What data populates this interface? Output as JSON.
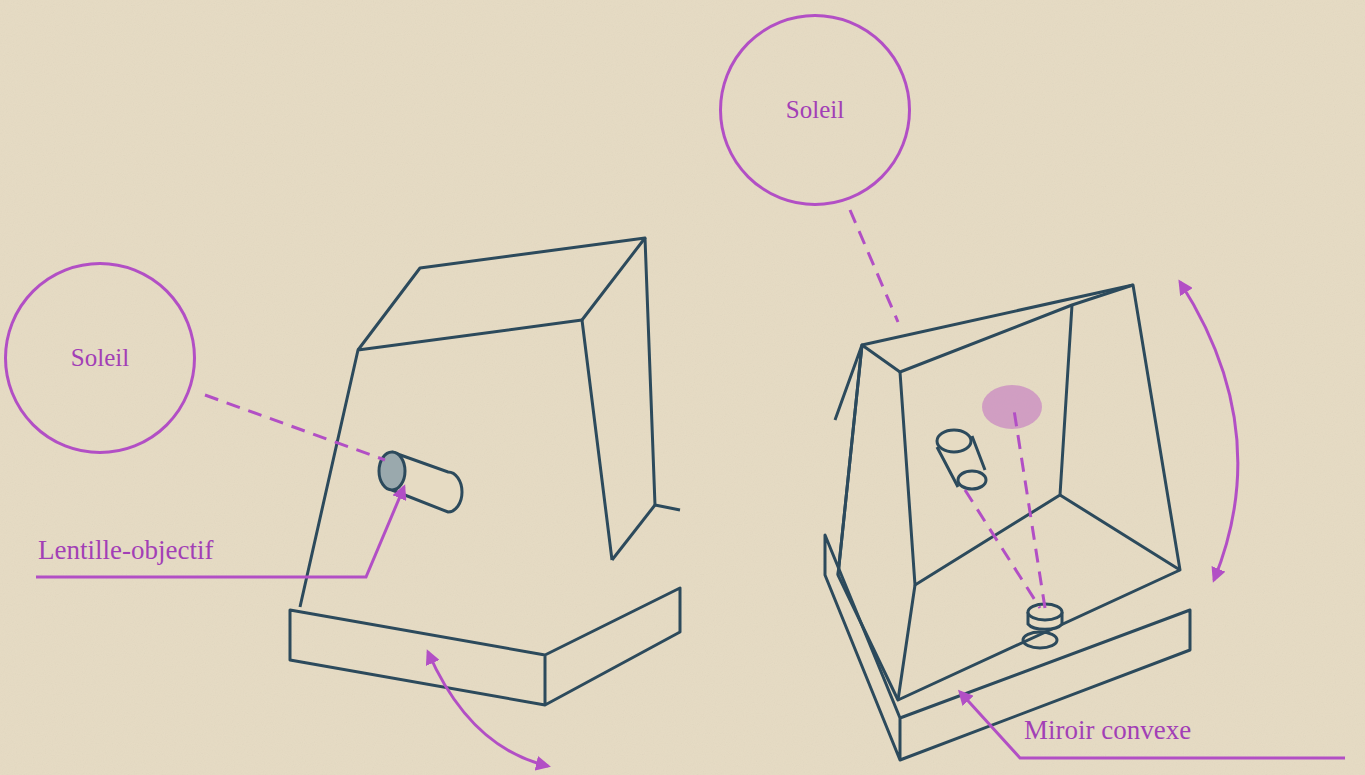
{
  "diagram": {
    "nodes": [
      {
        "text": [
          "Soleil"
        ]
      },
      {
        "text": [
          "Soleil"
        ]
      }
    ],
    "labels": [
      "Lentille-objectif",
      "Miroir convexe"
    ]
  }
}
